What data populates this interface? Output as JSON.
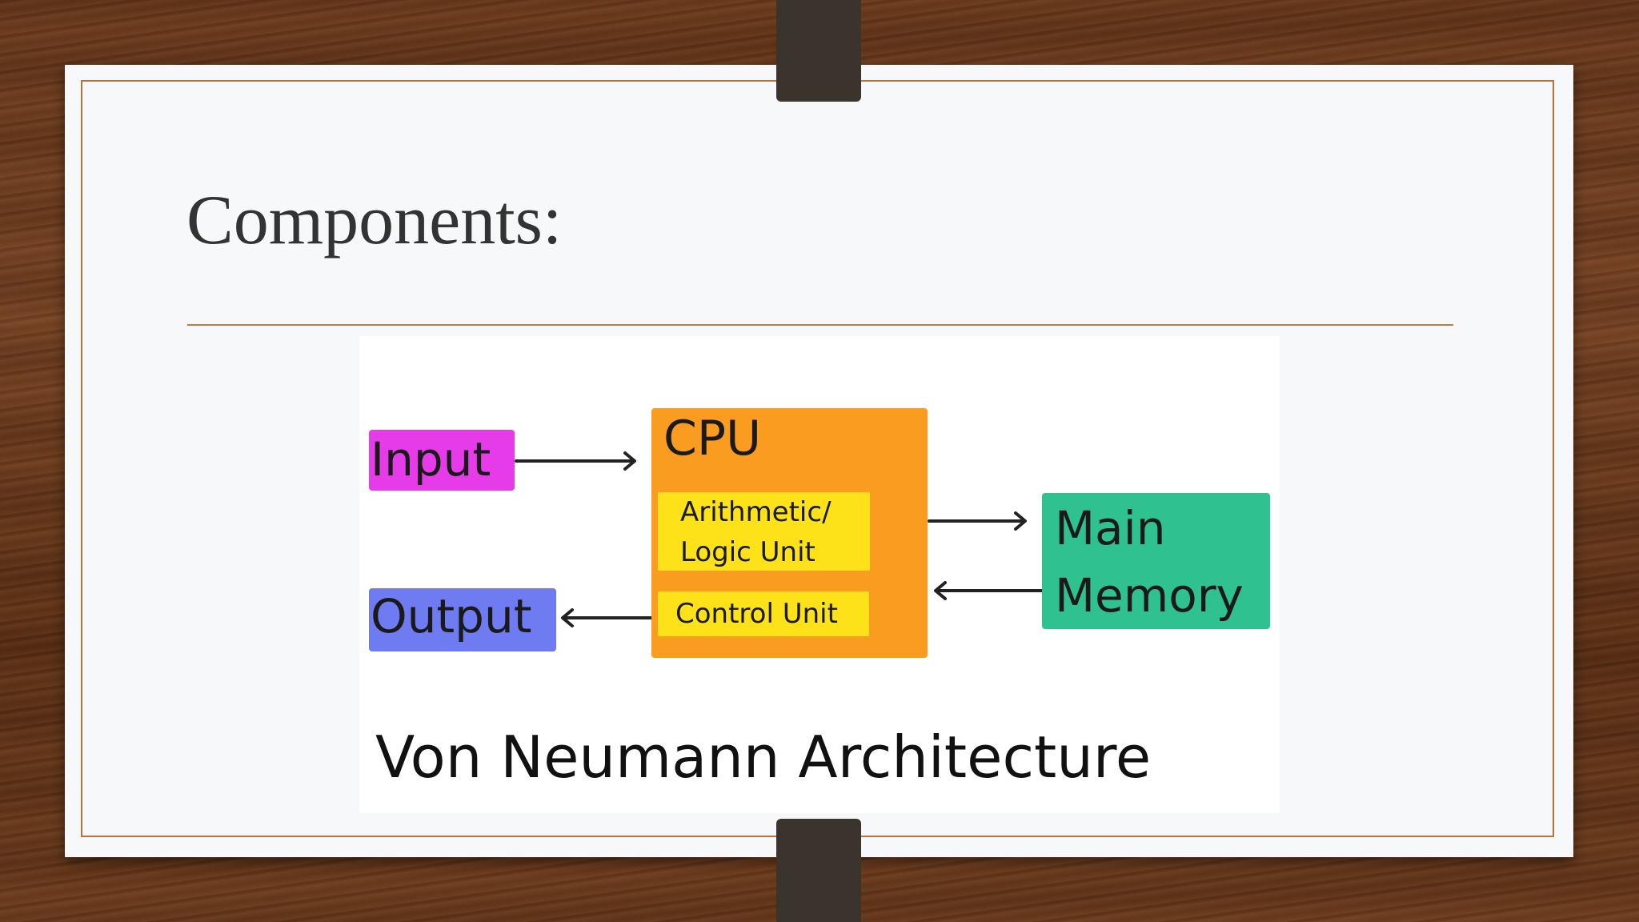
{
  "slide": {
    "title": "Components:"
  },
  "diagram": {
    "input_label": "Input",
    "output_label": "Output",
    "cpu_label": "CPU",
    "alu_line1": "Arithmetic/",
    "alu_line2": "Logic Unit",
    "control_unit_label": "Control Unit",
    "memory_line1": "Main",
    "memory_line2": "Memory",
    "caption": "Von Neumann Architecture"
  },
  "colors": {
    "input": "#e53be8",
    "output": "#6f7bf0",
    "cpu": "#f99c1f",
    "cpu_units": "#fde21a",
    "memory": "#2fc18f",
    "accent_rule": "#c07a44"
  }
}
